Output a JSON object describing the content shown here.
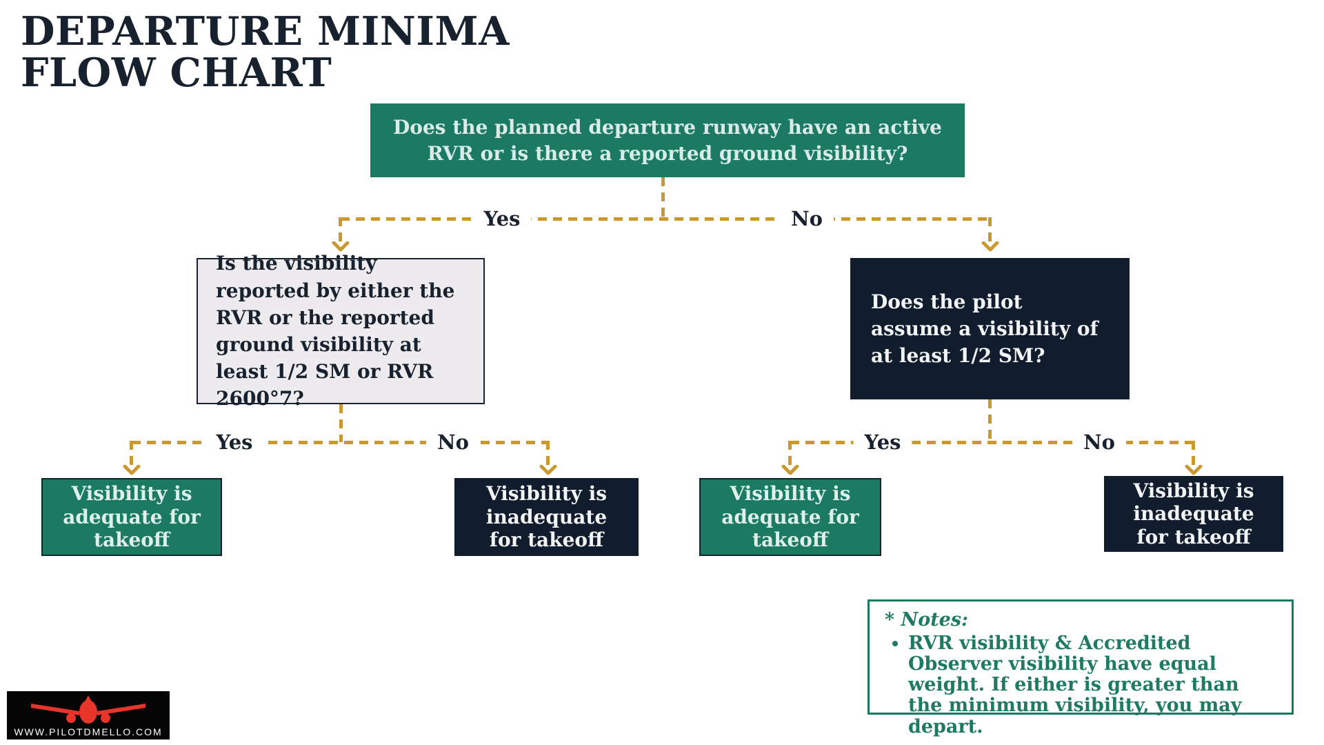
{
  "title": {
    "line1": "DEPARTURE MINIMA",
    "line2": "FLOW CHART"
  },
  "colors": {
    "green": "#1d7a62",
    "navy": "#111d2c",
    "gold": "#c9992f",
    "ink": "#18222f",
    "light_box": "#edebee",
    "mint_text": "#d9ece7",
    "logo_red": "#e8352b"
  },
  "flow": {
    "root_question": "Does the planned departure runway have an active RVR or is there a reported ground visibility?",
    "left": {
      "branch_label": "Yes",
      "question": "Is the visibility reported by either the RVR or the reported ground visibility at least 1/2 SM or RVR 2600°7?",
      "yes_label": "Yes",
      "no_label": "No",
      "yes_outcome": "Visibility is adequate for takeoff",
      "no_outcome": "Visibility is inadequate for takeoff"
    },
    "right": {
      "branch_label": "No",
      "question": "Does the pilot assume a visibility of at least 1/2 SM?",
      "yes_label": "Yes",
      "no_label": "No",
      "yes_outcome": "Visibility is adequate for takeoff",
      "no_outcome": "Visibility is inadequate for takeoff"
    }
  },
  "notes": {
    "heading": "* Notes:",
    "items": [
      "RVR visibility & Accredited Observer visibility have equal weight. If either is greater than the minimum visibility, you may depart."
    ]
  },
  "footer": {
    "website": "WWW.PILOTDMELLO.COM",
    "logo_icon": "airplane-icon"
  }
}
